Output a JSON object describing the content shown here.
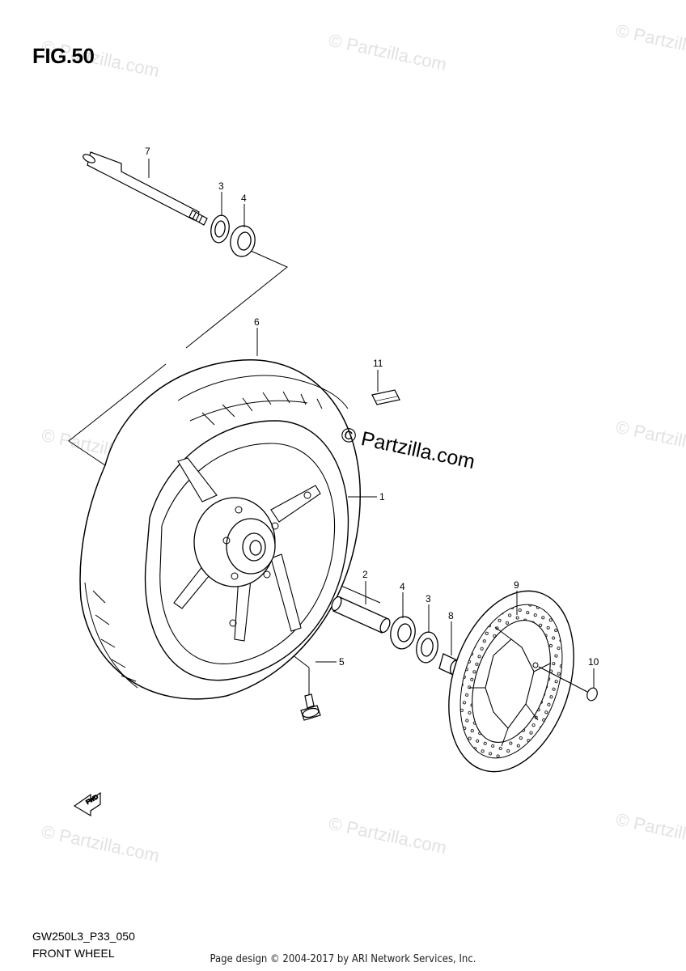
{
  "figure": {
    "title": "FIG.50",
    "code": "GW250L3_P33_050",
    "caption": "FRONT WHEEL",
    "footer": "Page design © 2004-2017 by ARI Network Services, Inc."
  },
  "watermark": {
    "text": "© Partzilla.com",
    "center_text": "© Partzilla.com"
  },
  "callouts": {
    "c1": "1",
    "c2": "2",
    "c3a": "3",
    "c3b": "3",
    "c4a": "4",
    "c4b": "4",
    "c5": "5",
    "c6": "6",
    "c7": "7",
    "c8": "8",
    "c9": "9",
    "c10": "10",
    "c11": "11"
  },
  "fwd_label": "FWD",
  "colors": {
    "ink": "#000000",
    "watermark": "#e2e2e2",
    "background": "#ffffff"
  }
}
